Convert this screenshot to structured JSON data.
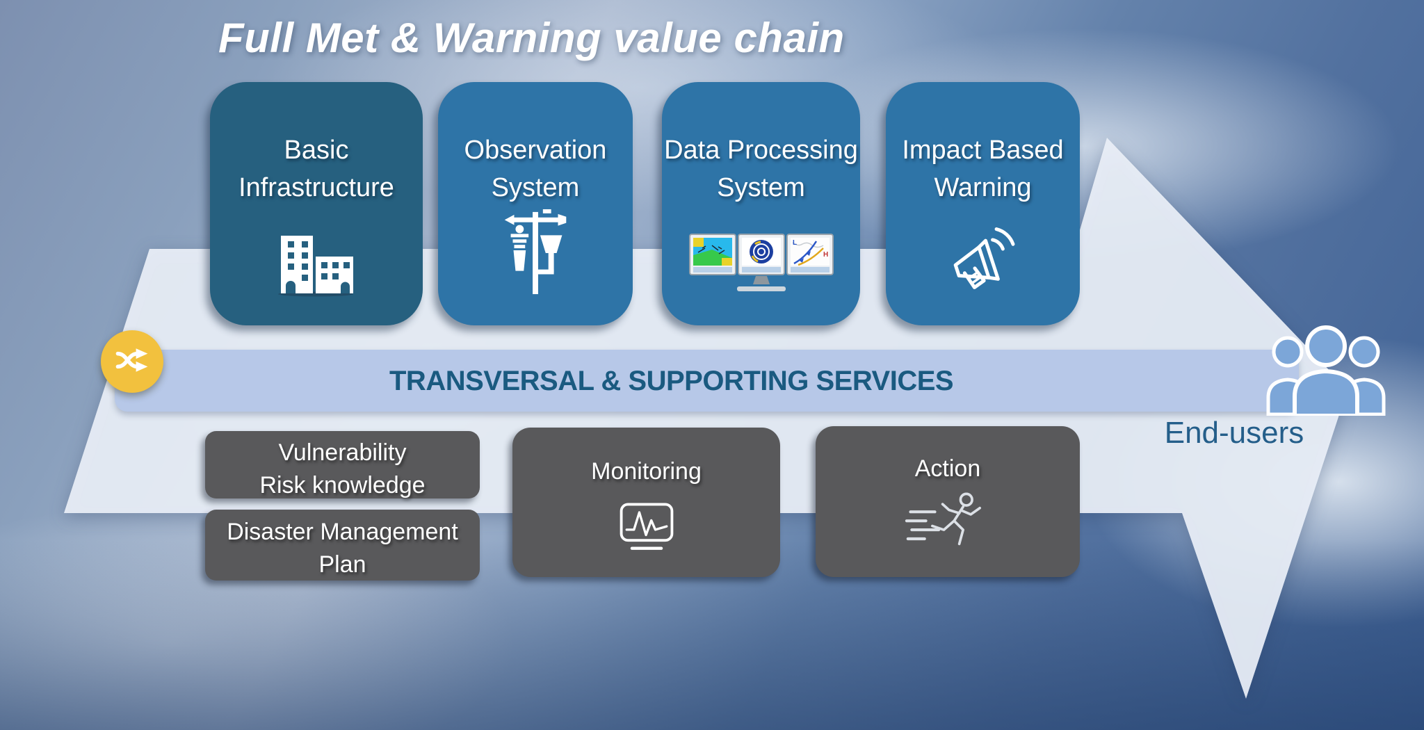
{
  "title": "Full Met & Warning value chain",
  "value_chain": {
    "boxes": [
      {
        "label": "Basic\nInfrastructure",
        "icon": "buildings-icon"
      },
      {
        "label": "Observation\nSystem",
        "icon": "weather-station-icon"
      },
      {
        "label": "Data Processing\nSystem",
        "icon": "weather-monitors-icon"
      },
      {
        "label": "Impact Based\nWarning",
        "icon": "megaphone-icon"
      }
    ]
  },
  "transversal_band": {
    "label": "TRANSVERSAL & SUPPORTING SERVICES"
  },
  "supporting_boxes": [
    {
      "label": "Vulnerability\nRisk knowledge"
    },
    {
      "label": "Disaster Management\nPlan"
    },
    {
      "label": "Monitoring",
      "icon": "monitor-pulse-icon"
    },
    {
      "label": "Action",
      "icon": "running-person-icon"
    }
  ],
  "end_users": {
    "label": "End-users",
    "icon": "people-group-icon"
  },
  "shuffle_badge": {
    "icon": "shuffle-icon"
  },
  "colors": {
    "chain_box_first": "#26607f",
    "chain_box": "#2e74a7",
    "supporting_box": "#59595b",
    "band_fill": "#b7c8e8",
    "band_text": "#1a5a80",
    "arrow_fill": "#e9eef6",
    "accent_yellow": "#f2c13e",
    "end_users_text": "#245e8a",
    "people_fill": "#7ca6d8",
    "title_text": "#ffffff"
  }
}
